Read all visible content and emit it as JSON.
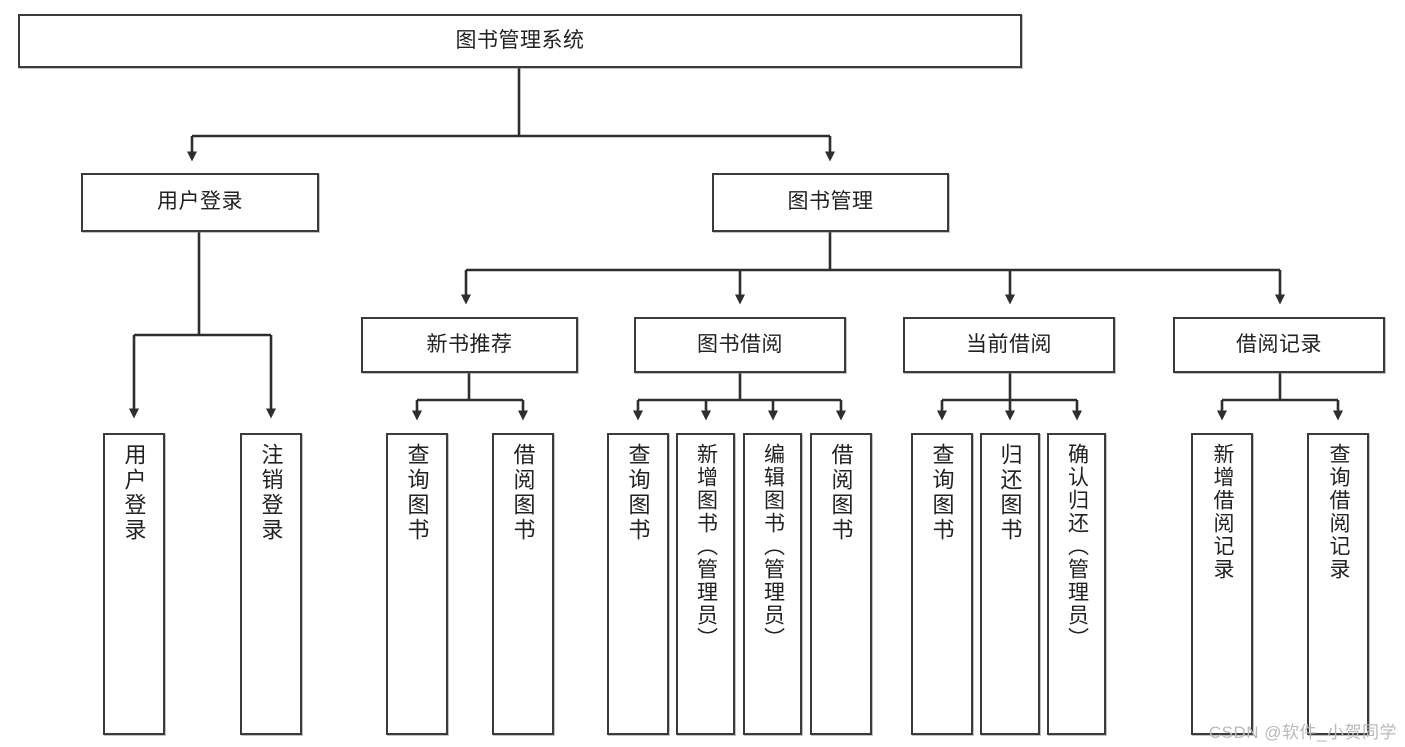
{
  "diagram": {
    "title_node": {
      "id": "root",
      "label": "图书管理系统"
    },
    "level1": [
      {
        "id": "login",
        "label": "用户登录"
      },
      {
        "id": "bookmgmt",
        "label": "图书管理"
      }
    ],
    "level2": [
      {
        "id": "newbook",
        "label": "新书推荐",
        "parent": "bookmgmt"
      },
      {
        "id": "borrow",
        "label": "图书借阅",
        "parent": "bookmgmt"
      },
      {
        "id": "current",
        "label": "当前借阅",
        "parent": "bookmgmt"
      },
      {
        "id": "records",
        "label": "借阅记录",
        "parent": "bookmgmt"
      }
    ],
    "leaves": [
      {
        "id": "leaf-user-login",
        "label": "用户登录",
        "parent": "login"
      },
      {
        "id": "leaf-logout",
        "label": "注销登录",
        "parent": "login"
      },
      {
        "id": "leaf-query-book-1",
        "label": "查询图书",
        "parent": "newbook"
      },
      {
        "id": "leaf-borrow-book-1",
        "label": "借阅图书",
        "parent": "newbook"
      },
      {
        "id": "leaf-query-book-2",
        "label": "查询图书",
        "parent": "borrow"
      },
      {
        "id": "leaf-add-book",
        "label": "新增图书（管理员）",
        "parent": "borrow"
      },
      {
        "id": "leaf-edit-book",
        "label": "编辑图书（管理员）",
        "parent": "borrow"
      },
      {
        "id": "leaf-borrow-book-2",
        "label": "借阅图书",
        "parent": "borrow"
      },
      {
        "id": "leaf-query-book-3",
        "label": "查询图书",
        "parent": "current"
      },
      {
        "id": "leaf-return-book",
        "label": "归还图书",
        "parent": "current"
      },
      {
        "id": "leaf-confirm-return",
        "label": "确认归还（管理员）",
        "parent": "current"
      },
      {
        "id": "leaf-add-record",
        "label": "新增借阅记录",
        "parent": "records"
      },
      {
        "id": "leaf-query-record",
        "label": "查询借阅记录",
        "parent": "records"
      }
    ]
  },
  "watermark": {
    "text": "CSDN @软件_小贺同学"
  },
  "colors": {
    "background": "#ffffff",
    "node_border": "#3b3b3b",
    "node_fill": "#ffffff",
    "edge": "#2e2e2e",
    "text": "#222222",
    "watermark": "#b9b9b9"
  }
}
